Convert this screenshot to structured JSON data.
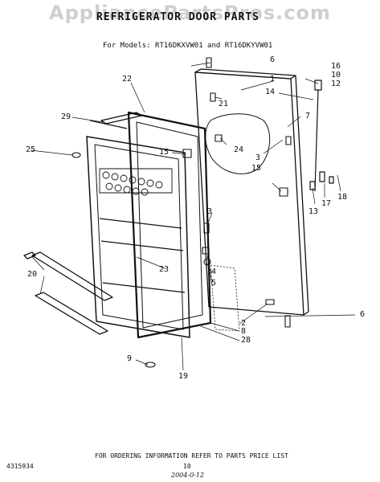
{
  "watermark": "AppliancePartsPros.com",
  "title": "REFRIGERATOR DOOR PARTS",
  "subtitle": "For Models: RT16DKXVW01 and RT16DKYVW01",
  "footer": {
    "info": "FOR ORDERING INFORMATION REFER TO PARTS PRICE LIST",
    "doc_number": "4315934",
    "page_number": "10",
    "handwritten_date": "2004-0-12"
  },
  "callouts": {
    "c1": "1",
    "c2": "2",
    "c3a": "3",
    "c3b": "3",
    "c4": "4",
    "c5": "5",
    "c6a": "6",
    "c6b": "6",
    "c7": "7",
    "c8": "8",
    "c9": "9",
    "c10": "10",
    "c12": "12",
    "c13": "13",
    "c14": "14",
    "c15a": "15",
    "c15b": "15",
    "c16": "16",
    "c17": "17",
    "c18": "18",
    "c19": "19",
    "c20": "20",
    "c21": "21",
    "c22": "22",
    "c23": "23",
    "c24": "24",
    "c25": "25",
    "c28": "28",
    "c29": "29"
  }
}
